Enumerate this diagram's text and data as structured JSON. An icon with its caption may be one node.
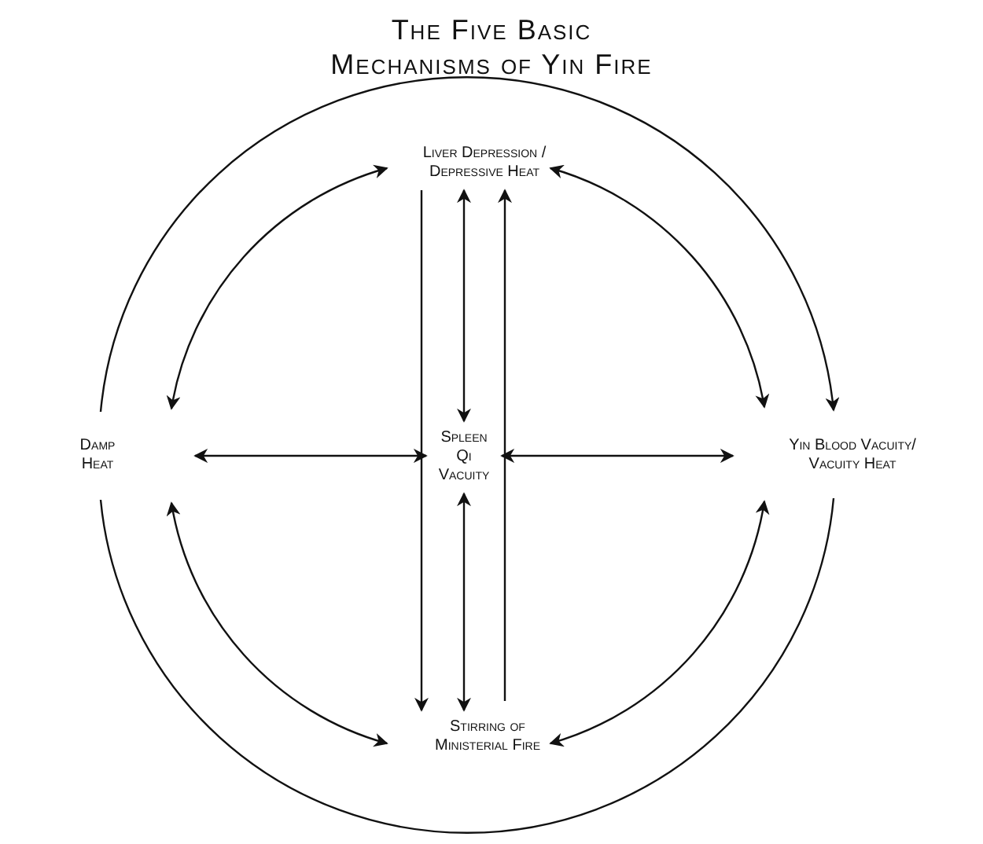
{
  "diagram": {
    "title": "The Five Basic Mechanisms of Yin Fire",
    "nodes": [
      {
        "text": [
          "Liver Depression / Depressive Heat"
        ]
      },
      {
        "text": [
          "Damp Heat"
        ]
      },
      {
        "text": [
          "Spleen Qi Vacuity"
        ]
      },
      {
        "text": [
          "Yin Blood Vacuity/ Vacuity Heat"
        ]
      },
      {
        "text": [
          "Stirring of Ministerial Fire"
        ]
      }
    ],
    "edges": [
      {
        "from": 0,
        "to": 4,
        "arrow": "to"
      },
      {
        "from": 4,
        "to": 0,
        "arrow": "to"
      },
      {
        "from": 0,
        "to": 2,
        "arrow": "both"
      },
      {
        "from": 2,
        "to": 4,
        "arrow": "both"
      },
      {
        "from": 1,
        "to": 2,
        "arrow": "both"
      },
      {
        "from": 2,
        "to": 3,
        "arrow": "both"
      },
      {
        "from": 0,
        "to": 1,
        "arrow": "both"
      },
      {
        "from": 0,
        "to": 3,
        "arrow": "both"
      },
      {
        "from": 1,
        "to": 4,
        "arrow": "both"
      },
      {
        "from": 3,
        "to": 4,
        "arrow": "both"
      },
      {
        "from": 1,
        "to": 3,
        "arrow": "to"
      },
      {
        "from": 1,
        "to": 3,
        "arrow": "none"
      }
    ]
  }
}
